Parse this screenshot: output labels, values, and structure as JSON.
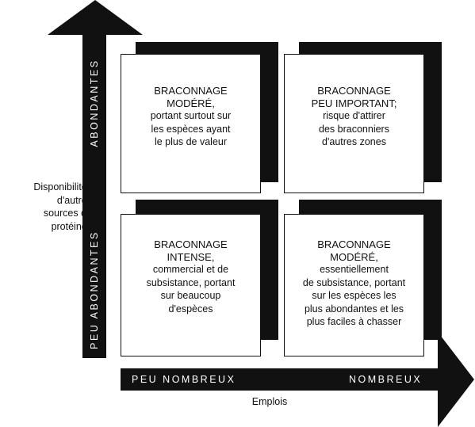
{
  "vertical_axis": {
    "top_label": "ABONDANTES",
    "bottom_label": "PEU ABONDANTES",
    "title_lines": [
      "Disponibilités",
      "d'autres",
      "sources de",
      "protéines"
    ]
  },
  "horizontal_axis": {
    "left_label": "PEU NOMBREUX",
    "right_label": "NOMBREUX",
    "title": "Emplois"
  },
  "quadrants": {
    "top_left": {
      "title_lines": [
        "BRACONNAGE",
        "MODÉRÉ,"
      ],
      "body_lines": [
        "portant surtout sur",
        "les espèces ayant",
        "le plus de valeur"
      ]
    },
    "top_right": {
      "title_lines": [
        "BRACONNAGE",
        "PEU IMPORTANT;"
      ],
      "body_lines": [
        "risque d'attirer",
        "des braconniers",
        "d'autres zones"
      ]
    },
    "bottom_left": {
      "title_lines": [
        "BRACONNAGE",
        "INTENSE,"
      ],
      "body_lines": [
        "commercial et de",
        "subsistance, portant",
        "sur beaucoup",
        "d'espèces"
      ]
    },
    "bottom_right": {
      "title_lines": [
        "BRACONNAGE",
        "MODÉRÉ,"
      ],
      "body_lines": [
        "essentiellement",
        "de subsistance, portant",
        "sur les espèces les",
        "plus abondantes et les",
        "plus faciles à chasser"
      ]
    }
  }
}
